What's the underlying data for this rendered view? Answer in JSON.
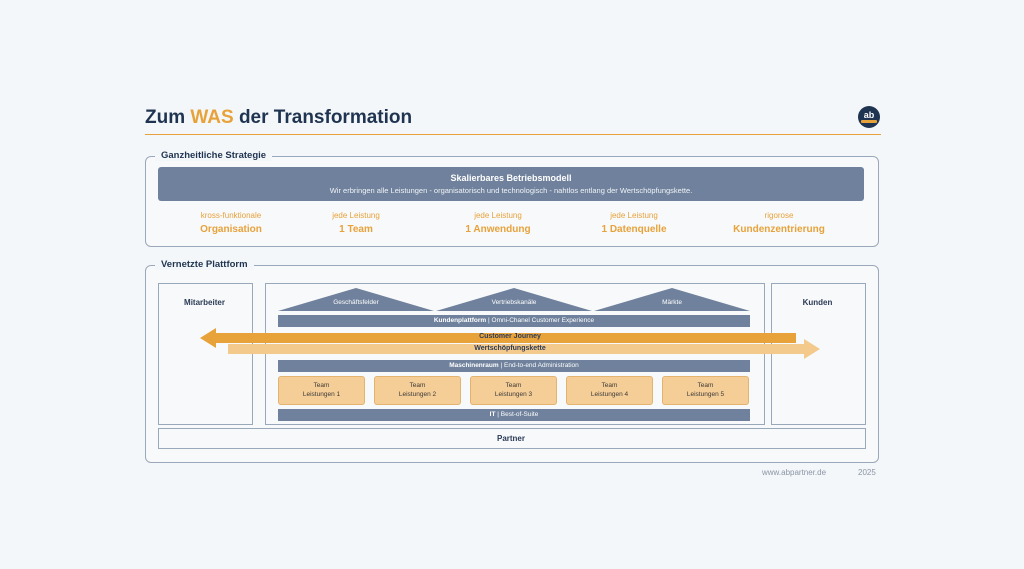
{
  "title": {
    "prefix": "Zum ",
    "highlight": "WAS",
    "suffix": " der Transformation"
  },
  "logo": {
    "text": "ab"
  },
  "strategy": {
    "label": "Ganzheitliche Strategie",
    "banner_title": "Skalierbares Betriebsmodell",
    "banner_subtitle": "Wir erbringen alle Leistungen - organisatorisch und technologisch - nahtlos entlang der Wertschöpfungskette.",
    "pillars": [
      {
        "top": "kross-funktionale",
        "bottom": "Organisation"
      },
      {
        "top": "jede Leistung",
        "bottom": "1 Team"
      },
      {
        "top": "jede Leistung",
        "bottom": "1 Anwendung"
      },
      {
        "top": "jede Leistung",
        "bottom": "1 Datenquelle"
      },
      {
        "top": "rigorose",
        "bottom": "Kundenzentrierung"
      }
    ]
  },
  "platform": {
    "label": "Vernetzte Plattform",
    "left": "Mitarbeiter",
    "right": "Kunden",
    "bottom": "Partner",
    "roofs": [
      "Geschäftsfelder",
      "Vertriebskanäle",
      "Märkte"
    ],
    "kundenplattform": {
      "bold": "Kundenplattform",
      "sep": " | ",
      "text": "Omni-Chanel Customer Experience"
    },
    "customer_journey": "Customer Journey",
    "wertschoepfung": "Wertschöpfungskette",
    "maschinenraum": {
      "bold": "Maschinenraum",
      "sep": " | ",
      "text": "End-to-end Administration"
    },
    "teams": [
      {
        "l1": "Team",
        "l2": "Leistungen 1"
      },
      {
        "l1": "Team",
        "l2": "Leistungen 2"
      },
      {
        "l1": "Team",
        "l2": "Leistungen 3"
      },
      {
        "l1": "Team",
        "l2": "Leistungen 4"
      },
      {
        "l1": "Team",
        "l2": "Leistungen 5"
      }
    ],
    "it": {
      "bold": "IT",
      "sep": " | ",
      "text": "Best-of-Suite"
    }
  },
  "footer": {
    "url": "www.abpartner.de",
    "year": "2025"
  },
  "colors": {
    "accent": "#e8a23a",
    "navy": "#1f3450",
    "slate": "#6f819c",
    "team": "#f5cd96",
    "light_arrow": "#f3c98c"
  }
}
